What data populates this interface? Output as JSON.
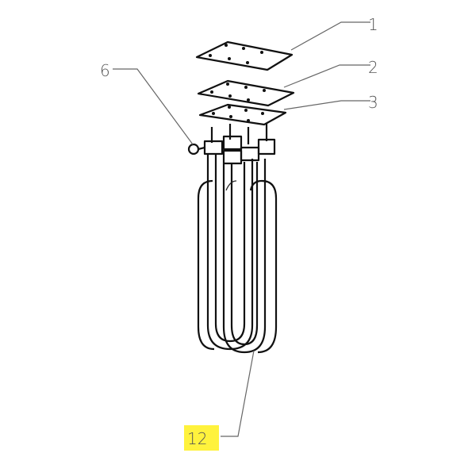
{
  "diagram": {
    "labels": [
      {
        "id": "1",
        "text": "1"
      },
      {
        "id": "2",
        "text": "2"
      },
      {
        "id": "3",
        "text": "3"
      },
      {
        "id": "6",
        "text": "6"
      },
      {
        "id": "12",
        "text": "12"
      }
    ],
    "highlighted_label": "12",
    "highlight_color": "#fff23d"
  }
}
